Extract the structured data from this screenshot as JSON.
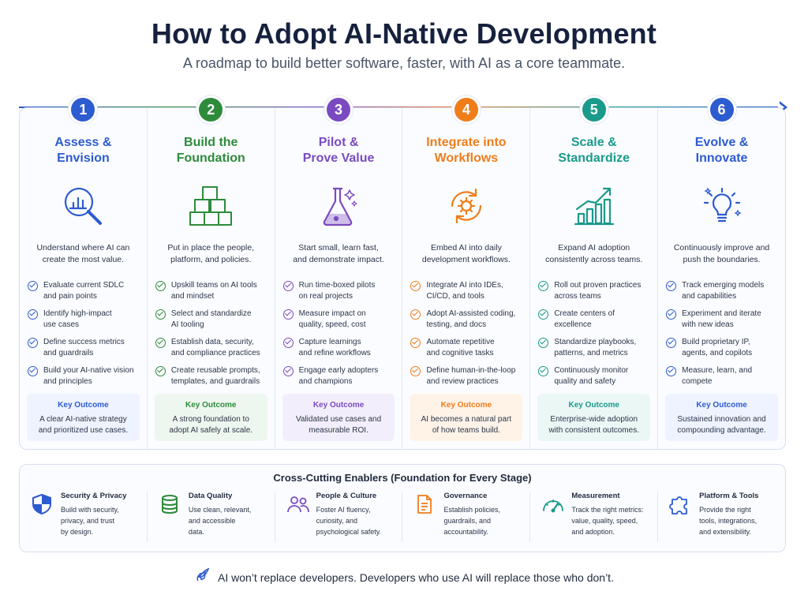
{
  "title": "How to Adopt AI-Native Development",
  "subtitle": "A roadmap to build better software, faster, with AI as a core teammate.",
  "stages": [
    {
      "number": "1",
      "title_line1": "Assess &",
      "title_line2": "Envision",
      "color": "#2d5bd0",
      "bg": "#eef3ff",
      "icon": "magnifier-chart-icon",
      "desc_line1": "Understand where AI can",
      "desc_line2": "create the most value.",
      "bullets": [
        [
          "Evaluate current SDLC",
          "and pain points"
        ],
        [
          "Identify high-impact",
          "use cases"
        ],
        [
          "Define success metrics",
          "and guardrails"
        ],
        [
          "Build your AI-native vision",
          "and principles"
        ]
      ],
      "outcome_label": "Key Outcome",
      "outcome_line1": "A clear AI-native strategy",
      "outcome_line2": "and prioritized use cases."
    },
    {
      "number": "2",
      "title_line1": "Build the",
      "title_line2": "Foundation",
      "color": "#2e8b3c",
      "bg": "#eef7ef",
      "icon": "stacked-cubes-icon",
      "desc_line1": "Put in place the people,",
      "desc_line2": "platform, and policies.",
      "bullets": [
        [
          "Upskill teams on AI tools",
          "and mindset"
        ],
        [
          "Select and standardize",
          "AI tooling"
        ],
        [
          "Establish data, security,",
          "and compliance practices"
        ],
        [
          "Create reusable prompts,",
          "templates, and guardrails"
        ]
      ],
      "outcome_label": "Key Outcome",
      "outcome_line1": "A strong foundation to",
      "outcome_line2": "adopt AI safely at scale."
    },
    {
      "number": "3",
      "title_line1": "Pilot &",
      "title_line2": "Prove Value",
      "color": "#7a4bc0",
      "bg": "#f3eefb",
      "icon": "flask-icon",
      "desc_line1": "Start small, learn fast,",
      "desc_line2": "and demonstrate impact.",
      "bullets": [
        [
          "Run time-boxed pilots",
          "on real projects"
        ],
        [
          "Measure impact on",
          "quality, speed, cost"
        ],
        [
          "Capture learnings",
          "and refine workflows"
        ],
        [
          "Engage early adopters",
          "and champions"
        ]
      ],
      "outcome_label": "Key Outcome",
      "outcome_line1": "Validated use cases and",
      "outcome_line2": "measurable ROI."
    },
    {
      "number": "4",
      "title_line1": "Integrate into",
      "title_line2": "Workflows",
      "color": "#ef7d1a",
      "bg": "#fff3e8",
      "icon": "gear-cycle-icon",
      "desc_line1": "Embed AI into daily",
      "desc_line2": "development workflows.",
      "bullets": [
        [
          "Integrate AI into IDEs,",
          "CI/CD, and tools"
        ],
        [
          "Adopt AI-assisted coding,",
          "testing, and docs"
        ],
        [
          "Automate repetitive",
          "and cognitive tasks"
        ],
        [
          "Define human-in-the-loop",
          "and review practices"
        ]
      ],
      "outcome_label": "Key Outcome",
      "outcome_line1": "AI becomes a natural part",
      "outcome_line2": "of how teams build."
    },
    {
      "number": "5",
      "title_line1": "Scale &",
      "title_line2": "Standardize",
      "color": "#1a9a8a",
      "bg": "#eaf7f5",
      "icon": "growth-chart-icon",
      "desc_line1": "Expand AI adoption",
      "desc_line2": "consistently across teams.",
      "bullets": [
        [
          "Roll out proven practices",
          "across teams"
        ],
        [
          "Create centers of",
          "excellence"
        ],
        [
          "Standardize playbooks,",
          "patterns, and metrics"
        ],
        [
          "Continuously monitor",
          "quality and safety"
        ]
      ],
      "outcome_label": "Key Outcome",
      "outcome_line1": "Enterprise-wide adoption",
      "outcome_line2": "with consistent outcomes."
    },
    {
      "number": "6",
      "title_line1": "Evolve &",
      "title_line2": "Innovate",
      "color": "#2d5bd0",
      "bg": "#eef3ff",
      "icon": "lightbulb-icon",
      "desc_line1": "Continuously improve and",
      "desc_line2": "push the boundaries.",
      "bullets": [
        [
          "Track emerging models",
          "and capabilities"
        ],
        [
          "Experiment and iterate",
          "with new ideas"
        ],
        [
          "Build proprietary IP,",
          "agents, and copilots"
        ],
        [
          "Measure, learn, and",
          "compete"
        ]
      ],
      "outcome_label": "Key Outcome",
      "outcome_line1": "Sustained innovation and",
      "outcome_line2": "compounding advantage."
    }
  ],
  "enablers": {
    "title": "Cross-Cutting Enablers (Foundation for Every Stage)",
    "items": [
      {
        "name": "Security & Privacy",
        "icon": "shield-icon",
        "color": "#2d5bd0",
        "lines": [
          "Build with security,",
          "privacy, and trust",
          "by design."
        ]
      },
      {
        "name": "Data Quality",
        "icon": "database-icon",
        "color": "#2e8b3c",
        "lines": [
          "Use clean, relevant,",
          "and accessible",
          "data."
        ]
      },
      {
        "name": "People & Culture",
        "icon": "people-icon",
        "color": "#7a4bc0",
        "lines": [
          "Foster AI fluency,",
          "curiosity, and",
          "psychological safety."
        ]
      },
      {
        "name": "Governance",
        "icon": "document-icon",
        "color": "#ef7d1a",
        "lines": [
          "Establish policies,",
          "guardrails, and",
          "accountability."
        ]
      },
      {
        "name": "Measurement",
        "icon": "gauge-icon",
        "color": "#1a9a8a",
        "lines": [
          "Track the right metrics:",
          "value, quality, speed,",
          "and adoption."
        ]
      },
      {
        "name": "Platform & Tools",
        "icon": "puzzle-icon",
        "color": "#2d5bd0",
        "lines": [
          "Provide the right",
          "tools, integrations,",
          "and extensibility."
        ]
      }
    ]
  },
  "footer": {
    "icon": "rocket-icon",
    "text": "AI won’t replace developers. Developers who use AI will replace those who don’t."
  }
}
